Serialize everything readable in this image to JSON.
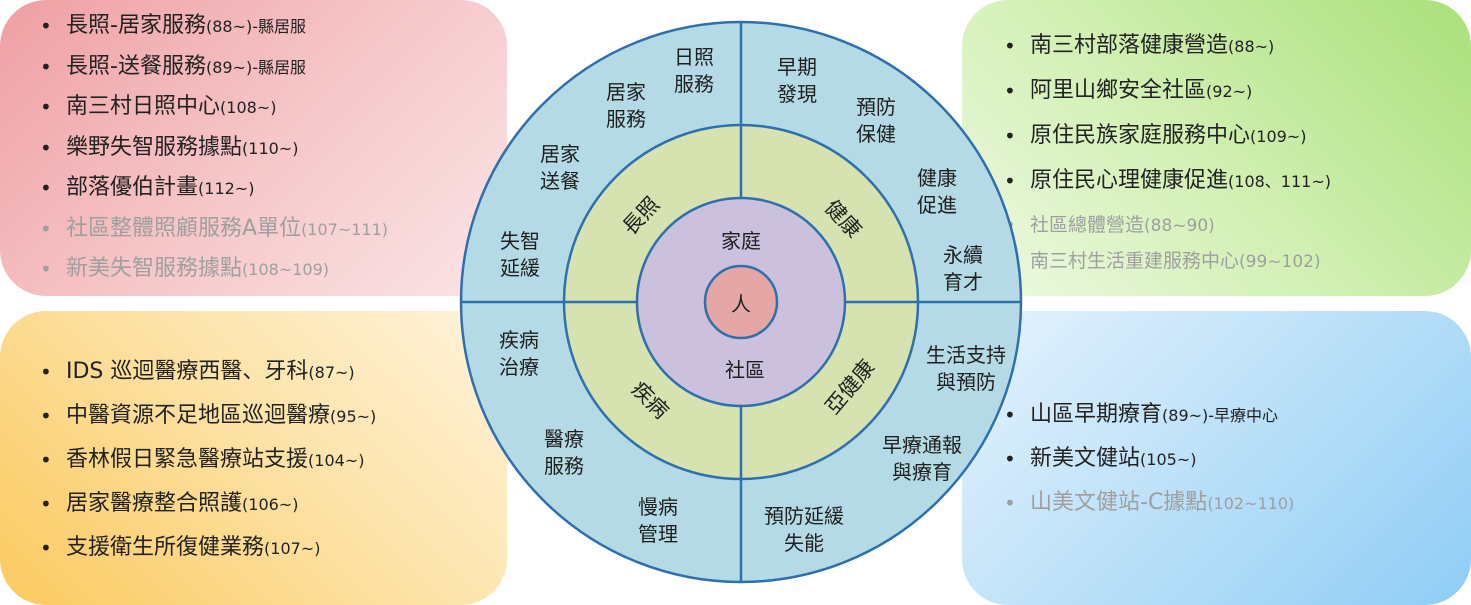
{
  "colors": {
    "outer_ring": "#b4dbe5",
    "middle_ring": "#d6e2b0",
    "inner_circle": "#ccc1dc",
    "core": "#e5a7a5",
    "line": "#2e6fae",
    "faded_text": "#9f9f9f"
  },
  "top_left": {
    "items": [
      {
        "main": "長照-居家服務",
        "note": "(88~)-縣居服",
        "faded": false
      },
      {
        "main": "長照-送餐服務",
        "note": "(89~)-縣居服",
        "faded": false
      },
      {
        "main": "南三村日照中心",
        "note": "(108~)",
        "faded": false
      },
      {
        "main": "樂野失智服務據點",
        "note": "(110~)",
        "faded": false
      },
      {
        "main": "部落優伯計畫",
        "note": "(112~)",
        "faded": false
      },
      {
        "main": "社區整體照顧服務A單位",
        "note": "(107~111)",
        "faded": true
      },
      {
        "main": "新美失智服務據點",
        "note": "(108~109)",
        "faded": true
      }
    ]
  },
  "top_right": {
    "items": [
      {
        "main": "南三村部落健康營造",
        "note": "(88~)",
        "faded": false
      },
      {
        "main": "阿里山鄉安全社區",
        "note": "(92~)",
        "faded": false
      },
      {
        "main": "原住民族家庭服務中心",
        "note": "(109~)",
        "faded": false
      },
      {
        "main": "原住民心理健康促進",
        "note": "(108、111~)",
        "faded": false
      },
      {
        "main": "社區總體營造",
        "note": "(88~90)",
        "faded": true
      },
      {
        "main": "南三村生活重建服務中心",
        "note": "(99~102)",
        "faded": true
      }
    ]
  },
  "bottom_left": {
    "items": [
      {
        "main": "IDS 巡迴醫療西醫、牙科",
        "note": "(87~)",
        "faded": false
      },
      {
        "main": "中醫資源不足地區巡迴醫療",
        "note": "(95~)",
        "faded": false
      },
      {
        "main": "香林假日緊急醫療站支援",
        "note": "(104~)",
        "faded": false
      },
      {
        "main": "居家醫療整合照護",
        "note": "(106~)",
        "faded": false
      },
      {
        "main": "支援衛生所復健業務",
        "note": "(107~)",
        "faded": false
      }
    ]
  },
  "bottom_right": {
    "items": [
      {
        "main": "山區早期療育",
        "note": "(89~)-早療中心",
        "faded": false
      },
      {
        "main": "新美文健站",
        "note": "(105~)",
        "faded": false
      },
      {
        "main": "山美文健站-C據點",
        "note": "(102~110)",
        "faded": true
      }
    ]
  },
  "wheel": {
    "core": "人",
    "inner_top": "家庭",
    "inner_bottom": "社區",
    "ring": {
      "top_left": "長照",
      "top_right": "健康",
      "bottom_left": "疾病",
      "bottom_right": "亞健康"
    },
    "outer": [
      {
        "l1": "日照",
        "l2": "服務"
      },
      {
        "l1": "居家",
        "l2": "服務"
      },
      {
        "l1": "居家",
        "l2": "送餐"
      },
      {
        "l1": "失智",
        "l2": "延緩"
      },
      {
        "l1": "早期",
        "l2": "發現"
      },
      {
        "l1": "預防",
        "l2": "保健"
      },
      {
        "l1": "健康",
        "l2": "促進"
      },
      {
        "l1": "永續",
        "l2": "育才"
      },
      {
        "l1": "疾病",
        "l2": "治療"
      },
      {
        "l1": "醫療",
        "l2": "服務"
      },
      {
        "l1": "慢病",
        "l2": "管理"
      },
      {
        "l1": "生活支持",
        "l2": "與預防"
      },
      {
        "l1": "早療通報",
        "l2": "與療育"
      },
      {
        "l1": "預防延緩",
        "l2": "失能"
      }
    ]
  }
}
